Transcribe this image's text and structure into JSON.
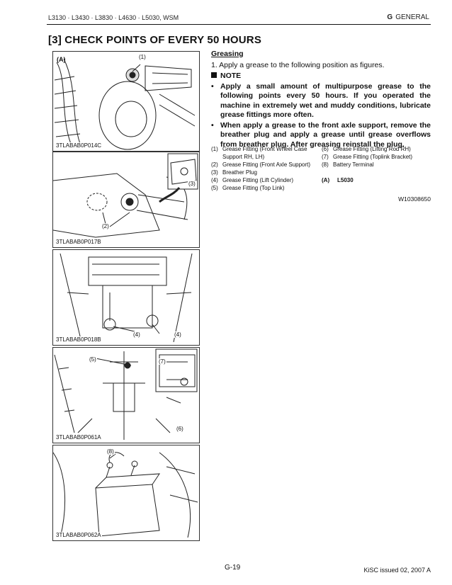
{
  "header": {
    "models": "L3130 · L3430 · L3830 · L4630 · L5030, WSM",
    "section_letter": "G",
    "section_name": "GENERAL"
  },
  "title": "[3]  CHECK POINTS OF EVERY 50 HOURS",
  "figures": [
    {
      "code": "3TLABAB0P014C",
      "tag": "(A)",
      "callouts": [
        "(1)"
      ]
    },
    {
      "code": "3TLABAB0P017B",
      "callouts": [
        "(3)",
        "(2)"
      ]
    },
    {
      "code": "3TLABAB0P018B",
      "callouts": [
        "(4)",
        "(4)"
      ]
    },
    {
      "code": "3TLABAB0P061A",
      "callouts": [
        "(5)",
        "(7)",
        "(6)"
      ]
    },
    {
      "code": "3TLABAB0P062A",
      "callouts": [
        "(8)"
      ]
    }
  ],
  "greasing": {
    "heading": "Greasing",
    "step": "1.  Apply a grease to the following position as figures.",
    "note_label": "NOTE",
    "notes": [
      "Apply a small amount of multipurpose grease to the following points every 50 hours. If you operated the machine in extremely wet and muddy conditions, lubricate grease fittings more often.",
      "When apply a grease to the front axle support, remove the breather plug and apply a grease until grease overflows from breather plug. After greasing reinstall the plug."
    ]
  },
  "legend": {
    "col1": [
      {
        "num": "(1)",
        "text": "Grease Fitting (Front Wheel Case Support RH, LH)"
      },
      {
        "num": "(2)",
        "text": "Grease Fitting (Front Axle Support)"
      },
      {
        "num": "(3)",
        "text": "Breather Plug"
      },
      {
        "num": "(4)",
        "text": "Grease Fitting (Lift Cylinder)"
      },
      {
        "num": "(5)",
        "text": "Grease Fitting (Top Link)"
      }
    ],
    "col2": [
      {
        "num": "(6)",
        "text": "Grease Fitting (Lifting Rod RH)"
      },
      {
        "num": "(7)",
        "text": "Grease Fitting (Toplink Bracket)"
      },
      {
        "num": "(8)",
        "text": "Battery Terminal"
      },
      {
        "num": "",
        "text": ""
      },
      {
        "num": "(A)",
        "text": "L5030"
      }
    ]
  },
  "doc_code": "W10308650",
  "footer": {
    "page": "G-19",
    "issued": "KiSC issued 02, 2007 A"
  }
}
